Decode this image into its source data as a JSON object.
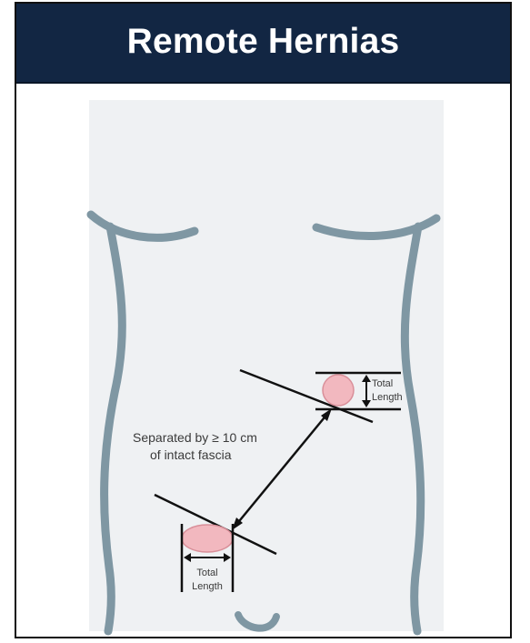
{
  "slide": {
    "title": "Remote Hernias"
  },
  "diagram": {
    "separation_label_line1": "Separated by ≥ 10 cm",
    "separation_label_line2": "of intact fascia",
    "upper_hernia_label_line1": "Total",
    "upper_hernia_label_line2": "Length",
    "lower_hernia_label_line1": "Total",
    "lower_hernia_label_line2": "Length",
    "colors": {
      "title_bar": "#122643",
      "body_fill": "#eff1f3",
      "body_outline": "#7f97a3",
      "hernia_fill": "#f2b8bf",
      "hernia_stroke": "#d98f99",
      "line": "#111111"
    }
  }
}
